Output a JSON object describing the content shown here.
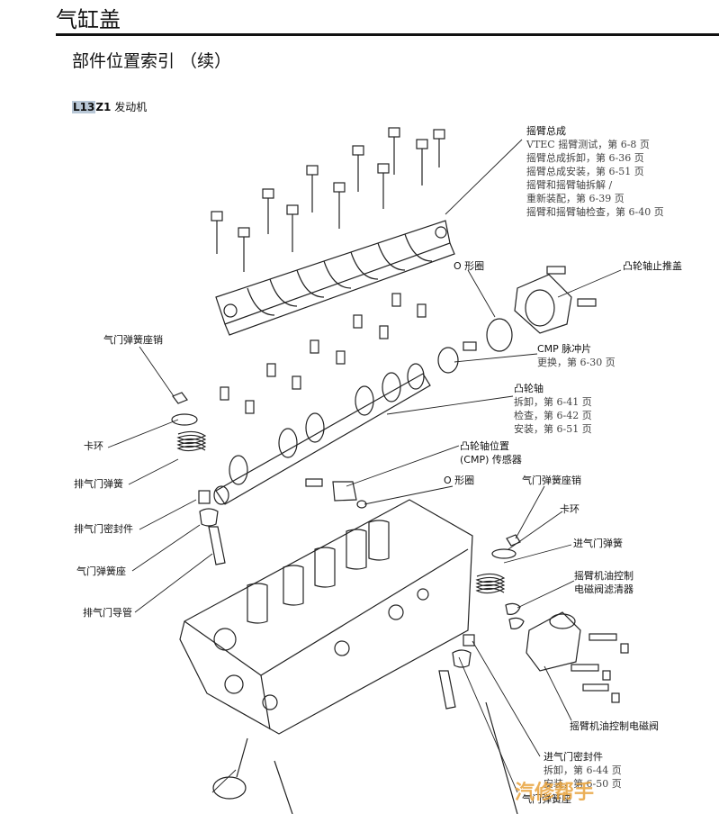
{
  "header": {
    "page_title": "气缸盖",
    "section_title": "部件位置索引 （续）",
    "engine_code_hl": "L13",
    "engine_code_rest": "Z1",
    "engine_text": " 发动机"
  },
  "callouts": {
    "rocker_assy": {
      "title": "摇臂总成",
      "lines": [
        "VTEC 摇臂测试，第 6-8 页",
        "摇臂总成拆卸，第 6-36 页",
        "摇臂总成安装，第 6-51 页",
        "摇臂和摇臂轴拆解 /",
        "重新装配，第 6-39 页",
        "摇臂和摇臂轴检查，第 6-40 页"
      ]
    },
    "o_ring_top": "O 形圈",
    "cam_thrust_cover": "凸轮轴止推盖",
    "valve_spring_retainer_pin_left": "气门弹簧座销",
    "cmp_pulse": {
      "title": "CMP 脉冲片",
      "lines": [
        "更换，第 6-30 页"
      ]
    },
    "camshaft": {
      "title": "凸轮轴",
      "lines": [
        "拆卸，第 6-41 页",
        "检查，第 6-42 页",
        "安装，第 6-51 页"
      ]
    },
    "clip_left": "卡环",
    "cmp_sensor": {
      "title": "凸轮轴位置",
      "title2": "(CMP) 传感器"
    },
    "exhaust_spring": "排气门弹簧",
    "o_ring_mid": "O 形圈",
    "valve_spring_retainer_pin_right": "气门弹簧座销",
    "exhaust_seal": "排气门密封件",
    "clip_right": "卡环",
    "intake_spring": "进气门弹簧",
    "valve_spring_seat": "气门弹簧座",
    "rocker_oil_filter": {
      "line1": "摇臂机油控制",
      "line2": "电磁阀滤清器"
    },
    "exhaust_guide": "排气门导管",
    "rocker_oil_solenoid": "摇臂机油控制电磁阀",
    "intake_seal": {
      "title": "进气门密封件",
      "lines": [
        "拆卸，第 6-44 页",
        "安装，第 6-50 页"
      ]
    },
    "valve_spring_seat_right": "气门弹簧座"
  },
  "watermark": "汽修帮手"
}
